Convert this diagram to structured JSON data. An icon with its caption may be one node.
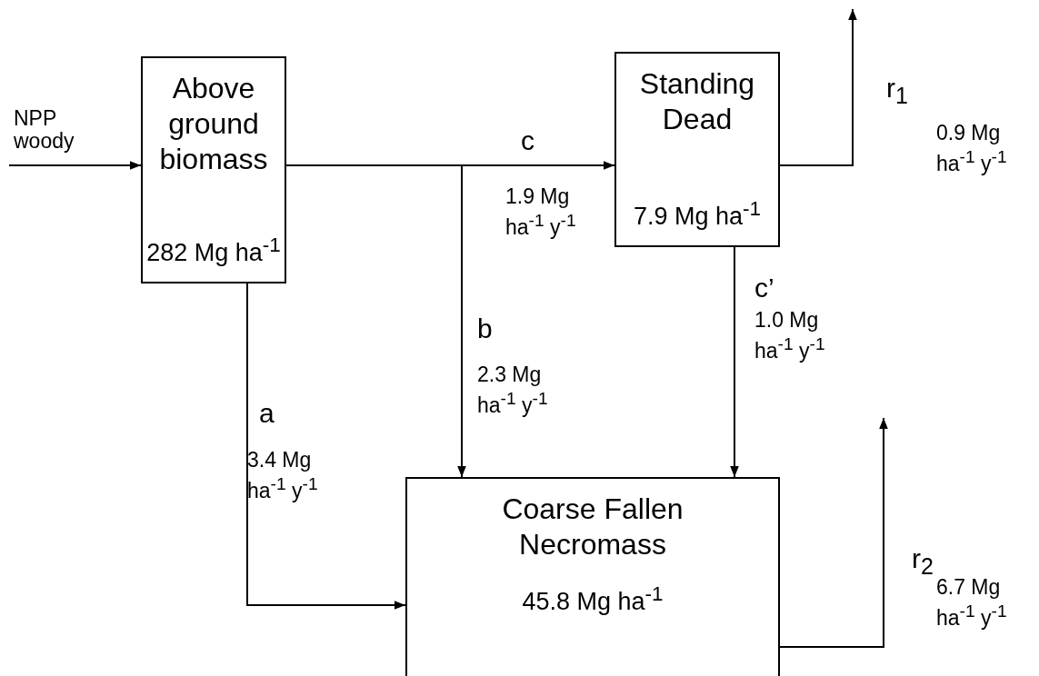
{
  "diagram": {
    "nodes": [
      {
        "text": [
          "Above ground biomass",
          "282 Mg ha$^{-1}$"
        ]
      },
      {
        "text": [
          "Standing Dead",
          "7.9 Mg ha$^{-1}$"
        ]
      },
      {
        "text": [
          "Coarse Fallen Necromass",
          "45.8 Mg ha$^{-1}$"
        ]
      }
    ],
    "edges": [
      {
        "from": null,
        "to": 0,
        "arrow": "to",
        "label": "NPP woody"
      },
      {
        "from": 0,
        "to": 1,
        "arrow": "to",
        "label": "c"
      },
      {
        "from": 0,
        "to": 2,
        "arrow": "to",
        "label": "b"
      },
      {
        "from": 0,
        "to": 2,
        "arrow": "to",
        "label": "a"
      },
      {
        "from": 1,
        "to": 2,
        "arrow": "to",
        "label": "c’"
      },
      {
        "from": 1,
        "to": null,
        "arrow": "to",
        "label": "r$_{1}$"
      },
      {
        "from": 2,
        "to": null,
        "arrow": "to",
        "label": "r$_{2}$"
      }
    ],
    "labels": [
      "0.9 Mg ha$^{-1}$ y$^{-1}$",
      "1.9 Mg ha$^{-1}$ y$^{-1}$",
      "1.0 Mg ha$^{-1}$ y$^{-1}$",
      "2.3 Mg ha$^{-1}$ y$^{-1}$",
      "3.4 Mg ha$^{-1}$ y$^{-1}$",
      "6.7 Mg ha$^{-1}$ y$^{-1}$"
    ]
  }
}
